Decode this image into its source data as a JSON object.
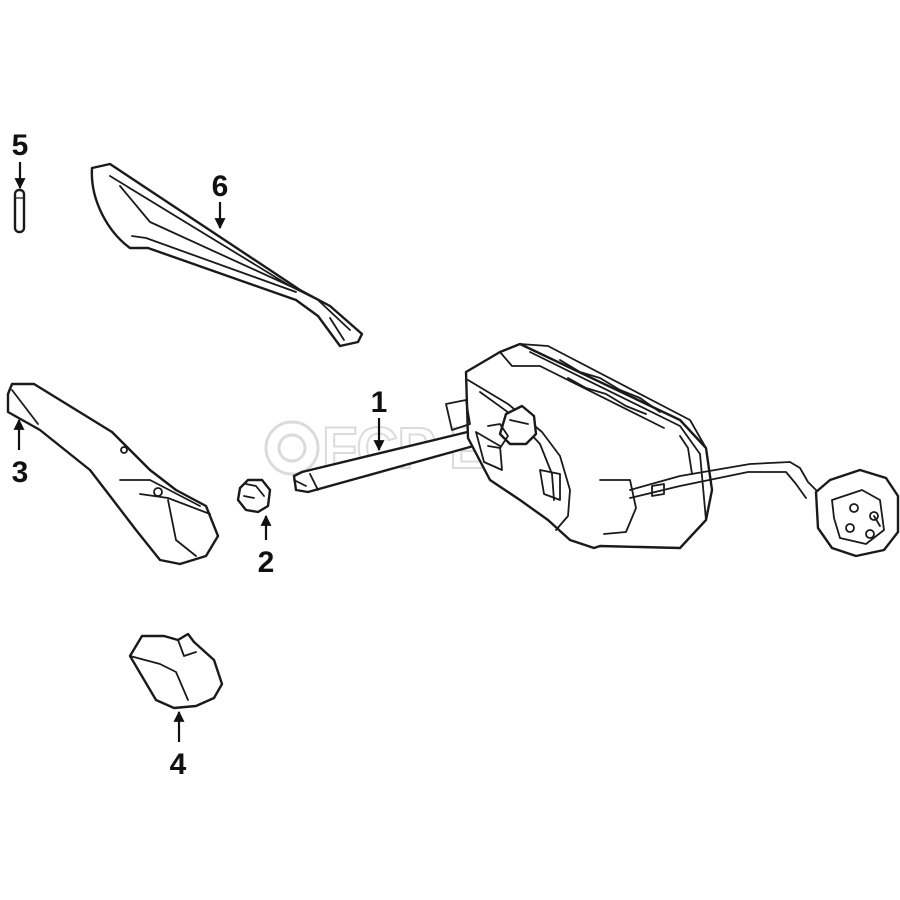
{
  "diagram": {
    "callouts": [
      {
        "id": "1",
        "label": "1"
      },
      {
        "id": "2",
        "label": "2"
      },
      {
        "id": "3",
        "label": "3"
      },
      {
        "id": "4",
        "label": "4"
      },
      {
        "id": "5",
        "label": "5"
      },
      {
        "id": "6",
        "label": "6"
      }
    ],
    "watermark": {
      "text": "FCP EURO"
    },
    "colors": {
      "line": "#1a1a1a",
      "background": "#ffffff",
      "watermark": "#cfcfcf"
    }
  }
}
